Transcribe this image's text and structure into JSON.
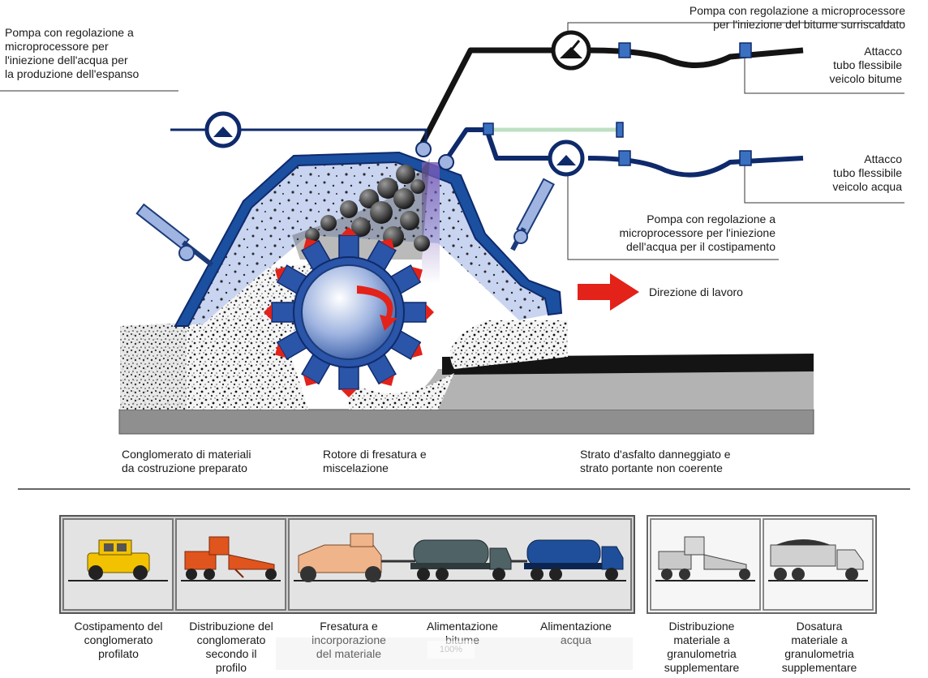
{
  "labels": {
    "pump_foam": "Pompa con regolazione a\nmicroprocessore per\nl'iniezione dell'acqua per\nla produzione dell'espanso",
    "pump_bitumen": "Pompa con regolazione a microprocessore\nper l'iniezione del bitume surriscaldato",
    "hose_bitumen": "Attacco\ntubo flessibile\nveicolo bitume",
    "hose_water": "Attacco\ntubo flessibile\nveicolo acqua",
    "pump_compaction": "Pompa con regolazione a\nmicroprocessore per l'iniezione\ndell'acqua per il costipamento",
    "work_direction": "Direzione di lavoro",
    "prepared_mix": "Conglomerato di materiali\nda costruzione preparato",
    "rotor": "Rotore di fresatura e\nmiscelazione",
    "damaged_layer": "Strato d'asfalto danneggiato e\nstrato portante non coerente"
  },
  "train": {
    "captions": [
      "Costipamento del\nconglomerato\nprofilato",
      "Distribuzione del\nconglomerato\nsecondo il\nprofilo",
      "Fresatura e\nincorporazione\ndel materiale",
      "Alimentazione\nbitume",
      "Alimentazione\nacqua",
      "Distribuzione\nmateriale a\ngranulometria\nsupplementare",
      "Dosatura\nmateriale a\ngranulometria\nsupplementare"
    ]
  },
  "overlay": {
    "zoom": "100%"
  },
  "colors": {
    "navy": "#0f2a6b",
    "hood": "#1b4fa0",
    "chamber": "#c8d4f0",
    "arrow_red": "#e32219",
    "asphalt": "#141414",
    "base_gray": "#a9a9a9",
    "roller_yellow": "#f2c200",
    "grader_orange": "#e0541e",
    "bitumen_truck": "#4f6266",
    "water_truck": "#1f4f9a"
  },
  "icons": [
    "pump-gauge-icon",
    "hose-coupling-icon",
    "red-arrow-icon",
    "rotation-arrow-icon"
  ]
}
